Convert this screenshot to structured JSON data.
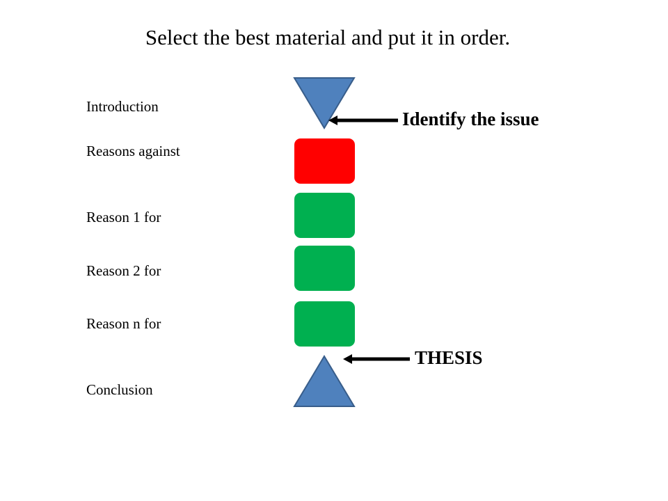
{
  "slide": {
    "title": "Select the best material and put it in order."
  },
  "labels": {
    "introduction": "Introduction",
    "reasons_against": "Reasons against",
    "reason_1_for": "Reason 1 for",
    "reason_2_for": "Reason 2 for",
    "reason_n_for": "Reason n for",
    "conclusion": "Conclusion"
  },
  "callouts": {
    "issue": "Identify the issue",
    "thesis": "THESIS"
  },
  "colors": {
    "triangle_fill": "#4f81bd",
    "triangle_stroke": "#385d8a",
    "against_block": "#ff0000",
    "for_block": "#00b050",
    "arrow": "#000000"
  },
  "icons": {
    "intro_shape": "inverted-triangle",
    "conclusion_shape": "upright-triangle",
    "callout_pointer": "left-arrow"
  }
}
